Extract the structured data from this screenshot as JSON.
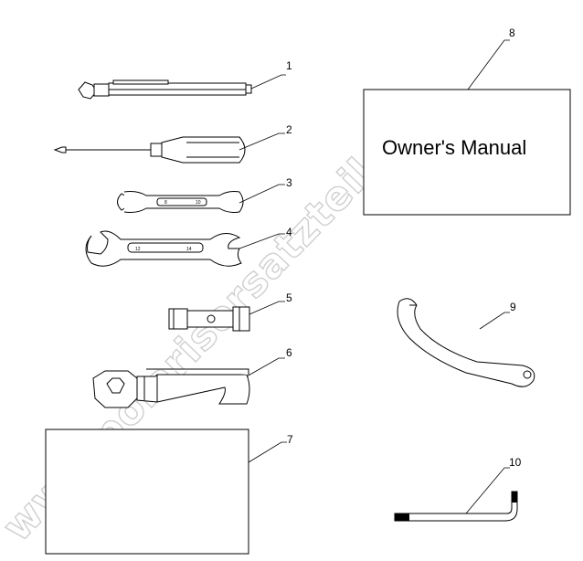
{
  "callouts": [
    "1",
    "2",
    "3",
    "4",
    "5",
    "6",
    "7",
    "8",
    "9",
    "10"
  ],
  "manual_label": "Owner's Manual",
  "wrench_small_marks": [
    "8",
    "10"
  ],
  "wrench_large_marks": [
    "12",
    "14"
  ],
  "watermark": "www.polarisersatzteile.de",
  "colors": {
    "line": "#000000",
    "background": "#ffffff",
    "watermark_outline": "#cfcfcf"
  }
}
